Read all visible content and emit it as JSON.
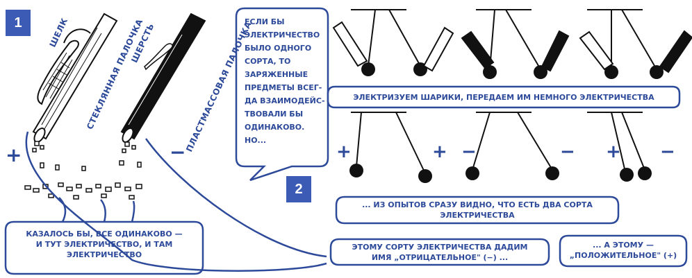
{
  "panel_1": {
    "number": "1",
    "silk": "ШЕЛК",
    "glass_rod": "СТЕКЛЯННАЯ ПАЛОЧКА",
    "wool": "ШЕРСТЬ",
    "plastic_rod": "ПЛАСТМАССОВАЯ ПАЛОЧКА",
    "plus_sign": "+",
    "minus_sign": "−",
    "caption_lines": [
      "КАЗАЛОСЬ БЫ, ВСЕ ОДИНАКОВО —",
      "И ТУТ ЭЛЕКТРИЧЕСТВО, И ТАМ",
      "ЭЛЕКТРИЧЕСТВО"
    ]
  },
  "speech_bubble": {
    "lines": [
      "ЕСЛИ БЫ",
      "ЭЛЕКТРИЧЕСТВО",
      "БЫЛО ОДНОГО",
      "СОРТА, ТО",
      "ЗАРЯЖЕННЫЕ",
      "ПРЕДМЕТЫ ВСЕГ-",
      "ДА ВЗАИМОДЕЙС-",
      "ТВОВАЛИ БЫ",
      "ОДИНАКОВО.",
      "НО..."
    ]
  },
  "panel_2": {
    "number": "2",
    "top_caption": "ЭЛЕКТРИЗУЕМ ШАРИКИ, ПЕРЕДАЕМ ИМ НЕМНОГО ЭЛЕКТРИЧЕСТВА",
    "middle_caption_lines": [
      "... ИЗ ОПЫТОВ СРАЗУ ВИДНО, ЧТО ЕСТЬ ДВА СОРТА",
      "ЭЛЕКТРИЧЕСТВА"
    ],
    "negative_caption_lines": [
      "ЭТОМУ СОРТУ ЭЛЕКТРИЧЕСТВА ДАДИМ",
      "ИМЯ „ОТРИЦАТЕЛЬНОЕ\" (−) ..."
    ],
    "positive_caption_lines": [
      "... А ЭТОМУ —",
      "„ПОЛОЖИТЕЛЬНОЕ\" (+)"
    ],
    "charge_signs": [
      "+",
      "+",
      "−",
      "−",
      "+",
      "−"
    ]
  },
  "colors": {
    "accent_blue": "#3b5bb4",
    "text_blue": "#2d4a9a",
    "ink": "#111111"
  }
}
